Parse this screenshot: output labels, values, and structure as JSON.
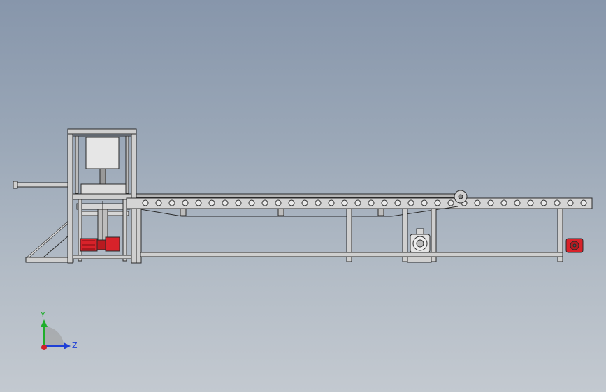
{
  "viewport": {
    "background_top": "#8796ab",
    "background_bottom": "#c3c9d0"
  },
  "model": {
    "frame_color": "#c9c9c9",
    "edge_color": "#2a2a2a",
    "motor_color": "#d8222a",
    "roller_count": 34
  },
  "triad": {
    "y_label": "Y",
    "z_label": "Z",
    "y_color": "#1fae2a",
    "z_color": "#1f3fd6",
    "x_color": "#d0202a"
  }
}
